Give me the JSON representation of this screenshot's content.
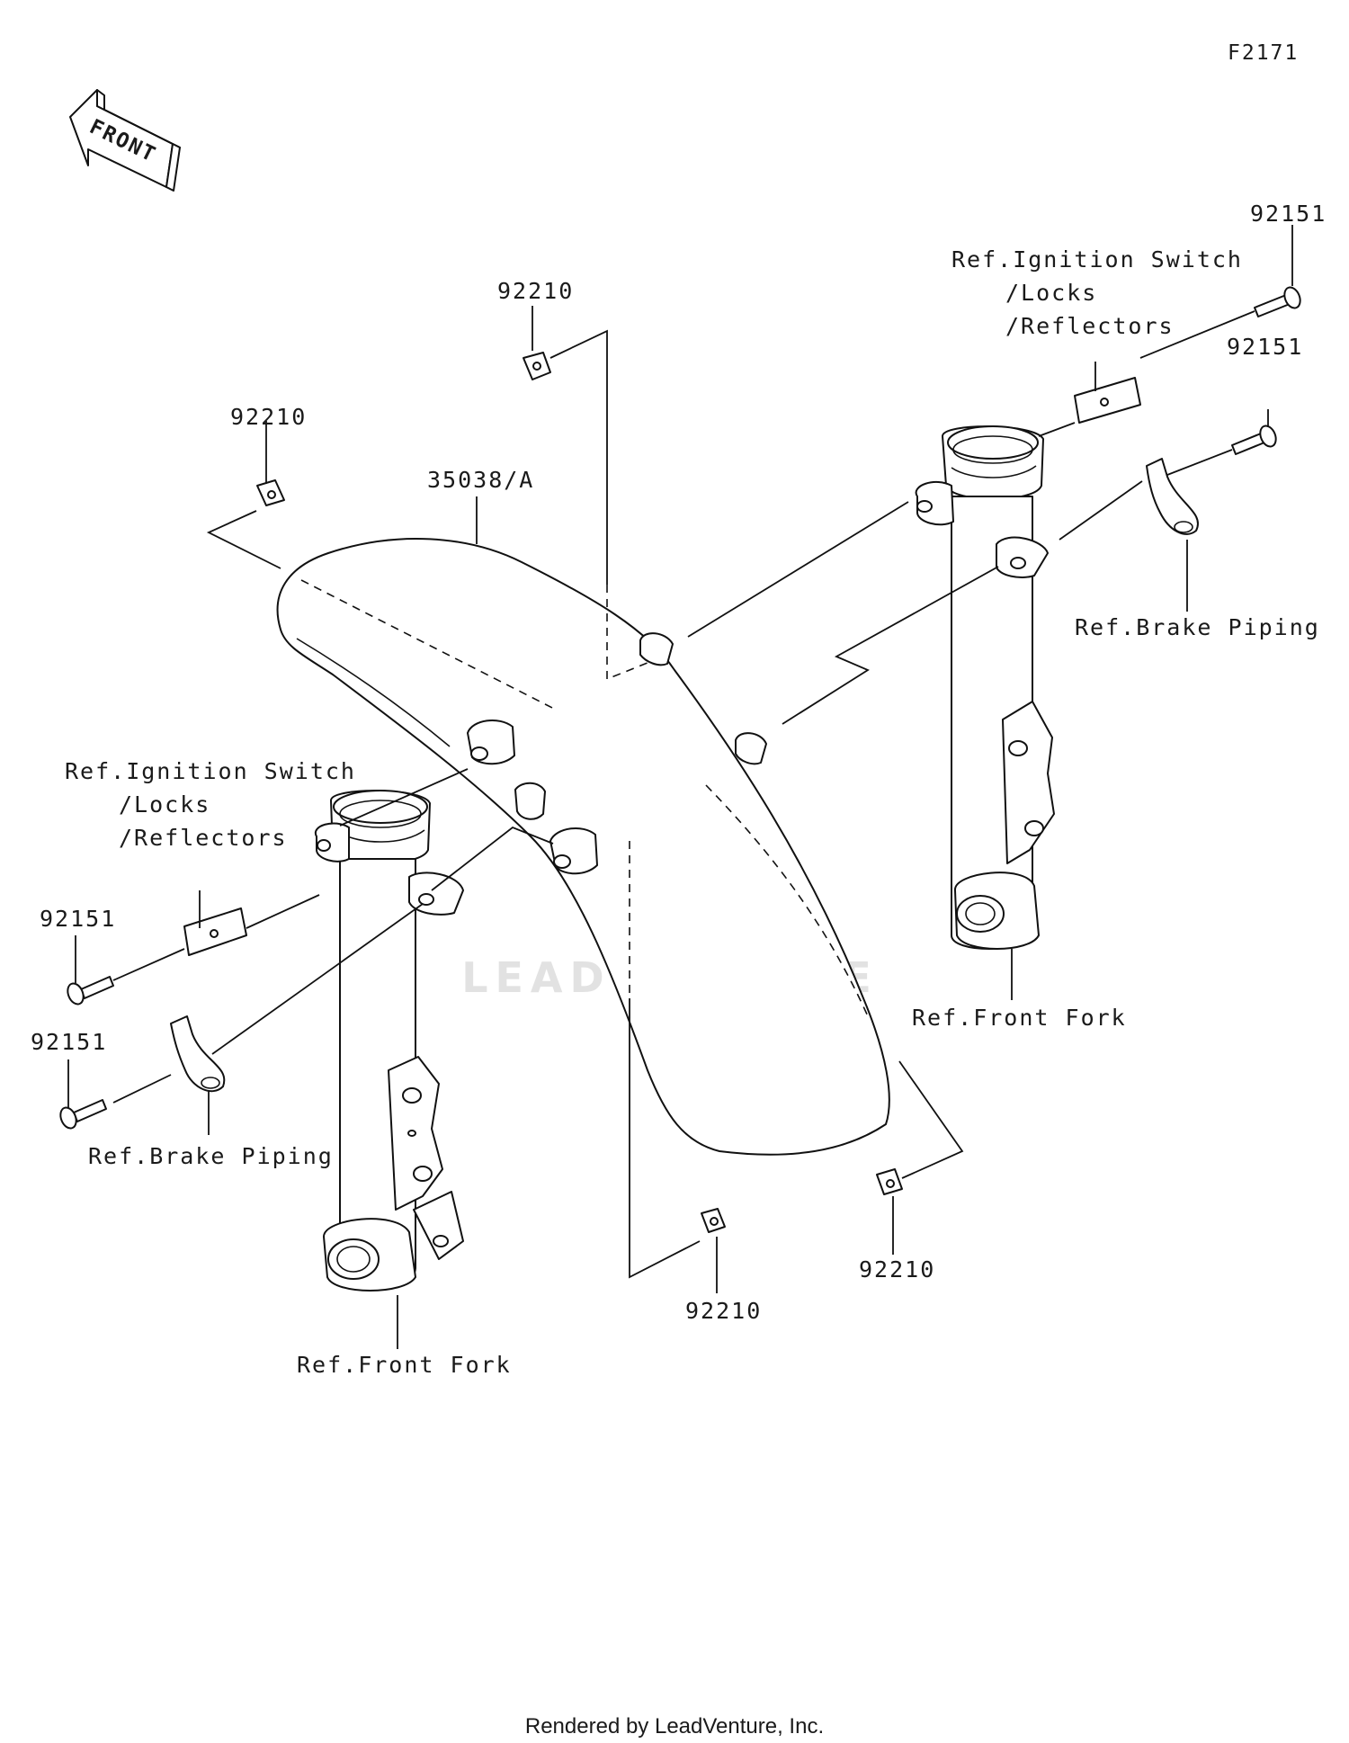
{
  "figure_code": "F2171",
  "front_arrow_label": "FRONT",
  "watermark": "LEADVENTURE",
  "footer": "Rendered by LeadVenture, Inc.",
  "labels": {
    "fender": "35038/A",
    "nut_top_center": "92210",
    "nut_top_left": "92210",
    "nut_bottom_center": "92210",
    "nut_bottom_right": "92210",
    "bolt_right_top": "92151",
    "bolt_right_mid": "92151",
    "bolt_left_top": "92151",
    "bolt_left_bottom": "92151",
    "ref_ignition_right": [
      "Ref.Ignition Switch",
      "/Locks",
      "/Reflectors"
    ],
    "ref_ignition_left": [
      "Ref.Ignition Switch",
      "/Locks",
      "/Reflectors"
    ],
    "ref_brake_right": "Ref.Brake Piping",
    "ref_brake_left": "Ref.Brake Piping",
    "ref_fork_right": "Ref.Front Fork",
    "ref_fork_left": "Ref.Front Fork"
  }
}
